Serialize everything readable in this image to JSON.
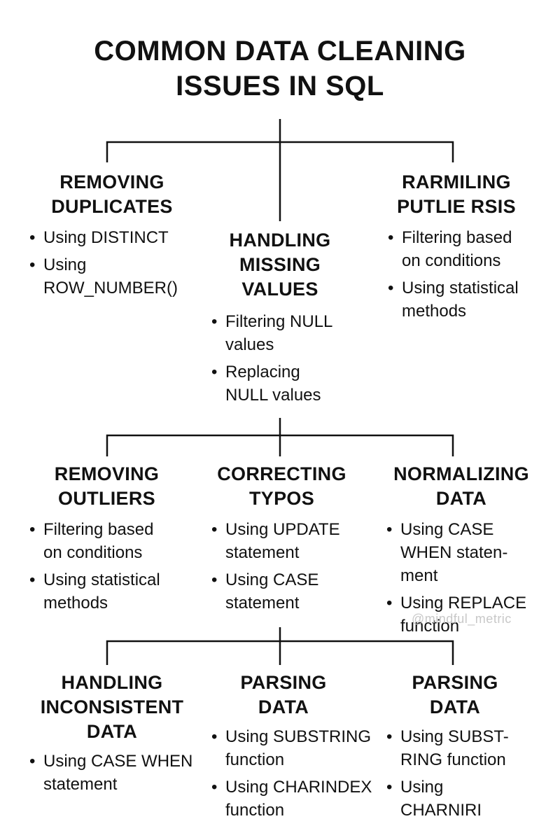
{
  "title": [
    "COMMON DATA CLEANING",
    "ISSUES IN SQL"
  ],
  "watermark": "@mindful_metric",
  "nodes": {
    "removing_duplicates": {
      "heading": [
        "REMOVING",
        "DUPLICATES"
      ],
      "items": [
        [
          "Using DISTINCT"
        ],
        [
          "Using",
          "ROW_NUMBER()"
        ]
      ]
    },
    "handling_missing_values": {
      "heading": [
        "HANDLING",
        "MISSING",
        "VALUES"
      ],
      "items": [
        [
          "Filtering NULL",
          "values"
        ],
        [
          "Replacing",
          "NULL values"
        ]
      ]
    },
    "rarmiling_putlie_rsis": {
      "heading": [
        "RARMILING",
        "PUTLIE RSIS"
      ],
      "items": [
        [
          "Filtering based",
          "on conditions"
        ],
        [
          "Using statistical",
          "methods"
        ]
      ]
    },
    "removing_outliers": {
      "heading": [
        "REMOVING",
        "OUTLIERS"
      ],
      "items": [
        [
          "Filtering based",
          "on conditions"
        ],
        [
          "Using statistical",
          "methods"
        ]
      ]
    },
    "correcting_typos": {
      "heading": [
        "CORRECTING",
        "TYPOS"
      ],
      "items": [
        [
          "Using UPDATE",
          "statement"
        ],
        [
          "Using CASE",
          "statement"
        ]
      ]
    },
    "normalizing_data": {
      "heading": [
        "NORMALIZING",
        "DATA"
      ],
      "items": [
        [
          "Using CASE",
          "WHEN staten-",
          "ment"
        ],
        [
          "Using REPLACE",
          "function"
        ]
      ]
    },
    "handling_inconsistent_data": {
      "heading": [
        "HANDLING",
        "INCONSISTENT",
        "DATA"
      ],
      "items": [
        [
          "Using CASE WHEN",
          "statement"
        ]
      ]
    },
    "parsing_data_1": {
      "heading": [
        "PARSING",
        "DATA"
      ],
      "items": [
        [
          "Using SUBSTRING",
          "function"
        ],
        [
          "Using CHARINDEX",
          "function"
        ]
      ]
    },
    "parsing_data_2": {
      "heading": [
        "PARSING",
        "DATA"
      ],
      "items": [
        [
          "Using SUBST-",
          "RING function"
        ],
        [
          "Using",
          "CHARNIRI"
        ]
      ]
    }
  }
}
